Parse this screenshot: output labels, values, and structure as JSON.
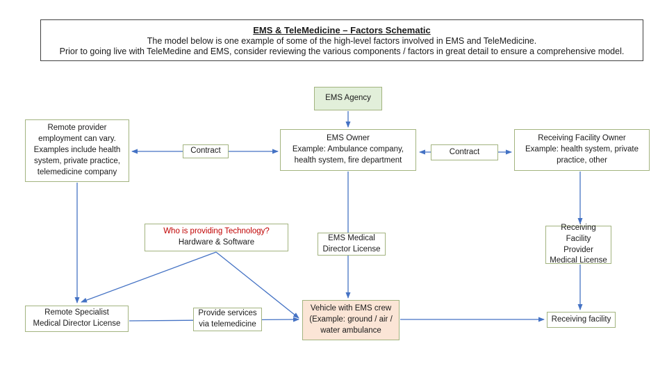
{
  "header": {
    "title": "EMS & TeleMedicine – Factors Schematic",
    "subtitle1": "The model below is one example of some of the high-level factors involved in EMS and TeleMedicine.",
    "subtitle2": "Prior to going live with TeleMedine and EMS, consider reviewing the various components / factors in great detail to ensure a comprehensive model."
  },
  "nodes": {
    "ems_agency": "EMS Agency",
    "ems_owner": "EMS Owner\nExample:  Ambulance company,\nhealth system, fire department",
    "remote_provider": "Remote provider\nemployment can vary.\nExamples include health\nsystem, private practice,\ntelemedicine company",
    "contract_left": "Contract",
    "contract_right": "Contract",
    "receiving_facility_owner": "Receiving Facility Owner\nExample: health system, private\npractice, other",
    "technology_question": "Who is providing Technology?",
    "technology_sub": "Hardware & Software",
    "ems_medical_director_license": "EMS Medical\nDirector  License",
    "receiving_facility_provider_license": "Receiving Facility\nProvider\nMedical License",
    "remote_specialist_license": "Remote Specialist\nMedical Director License",
    "provide_services": "Provide services\nvia telemedicine",
    "vehicle": "Vehicle with EMS crew\n(Example: ground / air /\nwater ambulance",
    "receiving_facility": "Receiving facility"
  },
  "colors": {
    "arrow_blue": "#4472c4",
    "border_green": "#a2b37e",
    "fill_green": "#e2efda",
    "fill_peach": "#fbe5d6",
    "accent_red": "#c00000",
    "title_border": "#3f3f3f"
  }
}
